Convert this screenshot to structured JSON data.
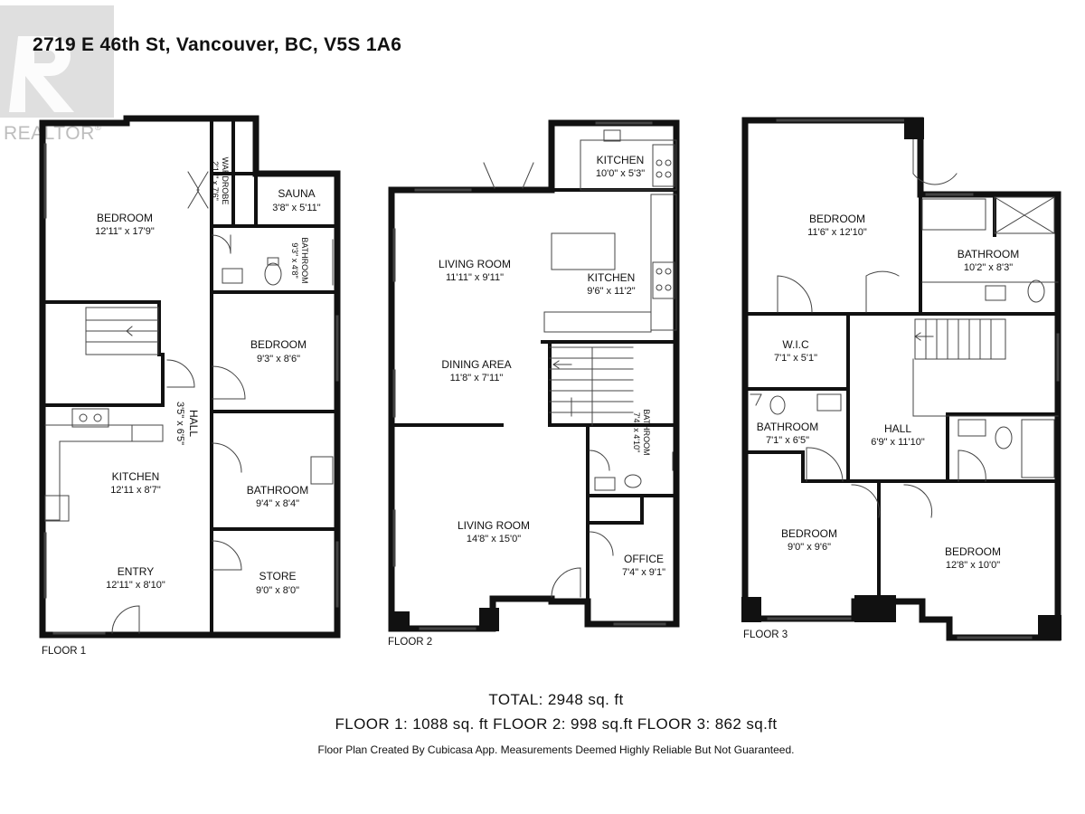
{
  "header": {
    "address": "2719 E 46th St, Vancouver, BC, V5S 1A6",
    "logo_text": "REALTOR"
  },
  "floors": [
    {
      "label": "FLOOR 1",
      "rooms": [
        {
          "name": "BEDROOM",
          "dims": "12'11\" x 17'9\""
        },
        {
          "name": "WARDROBE",
          "dims": "2'11\" x 7'6\""
        },
        {
          "name": "SAUNA",
          "dims": "3'8\" x 5'11\""
        },
        {
          "name": "BATHROOM",
          "dims": "9'3\" x 4'8\""
        },
        {
          "name": "BEDROOM",
          "dims": "9'3\" x 8'6\""
        },
        {
          "name": "HALL",
          "dims": "3'5\" x 6'5\""
        },
        {
          "name": "KITCHEN",
          "dims": "12'11 x 8'7\""
        },
        {
          "name": "BATHROOM",
          "dims": "9'4\" x 8'4\""
        },
        {
          "name": "ENTRY",
          "dims": "12'11\" x 8'10\""
        },
        {
          "name": "STORE",
          "dims": "9'0\" x 8'0\""
        }
      ]
    },
    {
      "label": "FLOOR 2",
      "rooms": [
        {
          "name": "KITCHEN",
          "dims": "10'0\" x 5'3\""
        },
        {
          "name": "LIVING ROOM",
          "dims": "11'11\" x 9'11\""
        },
        {
          "name": "KITCHEN",
          "dims": "9'6\" x 11'2\""
        },
        {
          "name": "DINING AREA",
          "dims": "11'8\" x 7'11\""
        },
        {
          "name": "BATHROOM",
          "dims": "7'4\" x 4'10\""
        },
        {
          "name": "LIVING ROOM",
          "dims": "14'8\" x 15'0\""
        },
        {
          "name": "OFFICE",
          "dims": "7'4\" x 9'1\""
        }
      ]
    },
    {
      "label": "FLOOR 3",
      "rooms": [
        {
          "name": "BEDROOM",
          "dims": "11'6\" x 12'10\""
        },
        {
          "name": "BATHROOM",
          "dims": "10'2\" x 8'3\""
        },
        {
          "name": "W.I.C",
          "dims": "7'1\" x 5'1\""
        },
        {
          "name": "BATHROOM",
          "dims": "7'1\" x 6'5\""
        },
        {
          "name": "HALL",
          "dims": "6'9\" x 11'10\""
        },
        {
          "name": "BEDROOM",
          "dims": "9'0\" x 9'6\""
        },
        {
          "name": "BEDROOM",
          "dims": "12'8\" x 10'0\""
        }
      ]
    }
  ],
  "footer": {
    "total": "TOTAL: 2948 sq. ft",
    "breakdown": "FLOOR 1: 1088 sq. ft FLOOR 2: 998 sq.ft FLOOR 3: 862 sq.ft",
    "note": "Floor Plan Created By Cubicasa App. Measurements Deemed Highly Reliable But Not Guaranteed."
  }
}
